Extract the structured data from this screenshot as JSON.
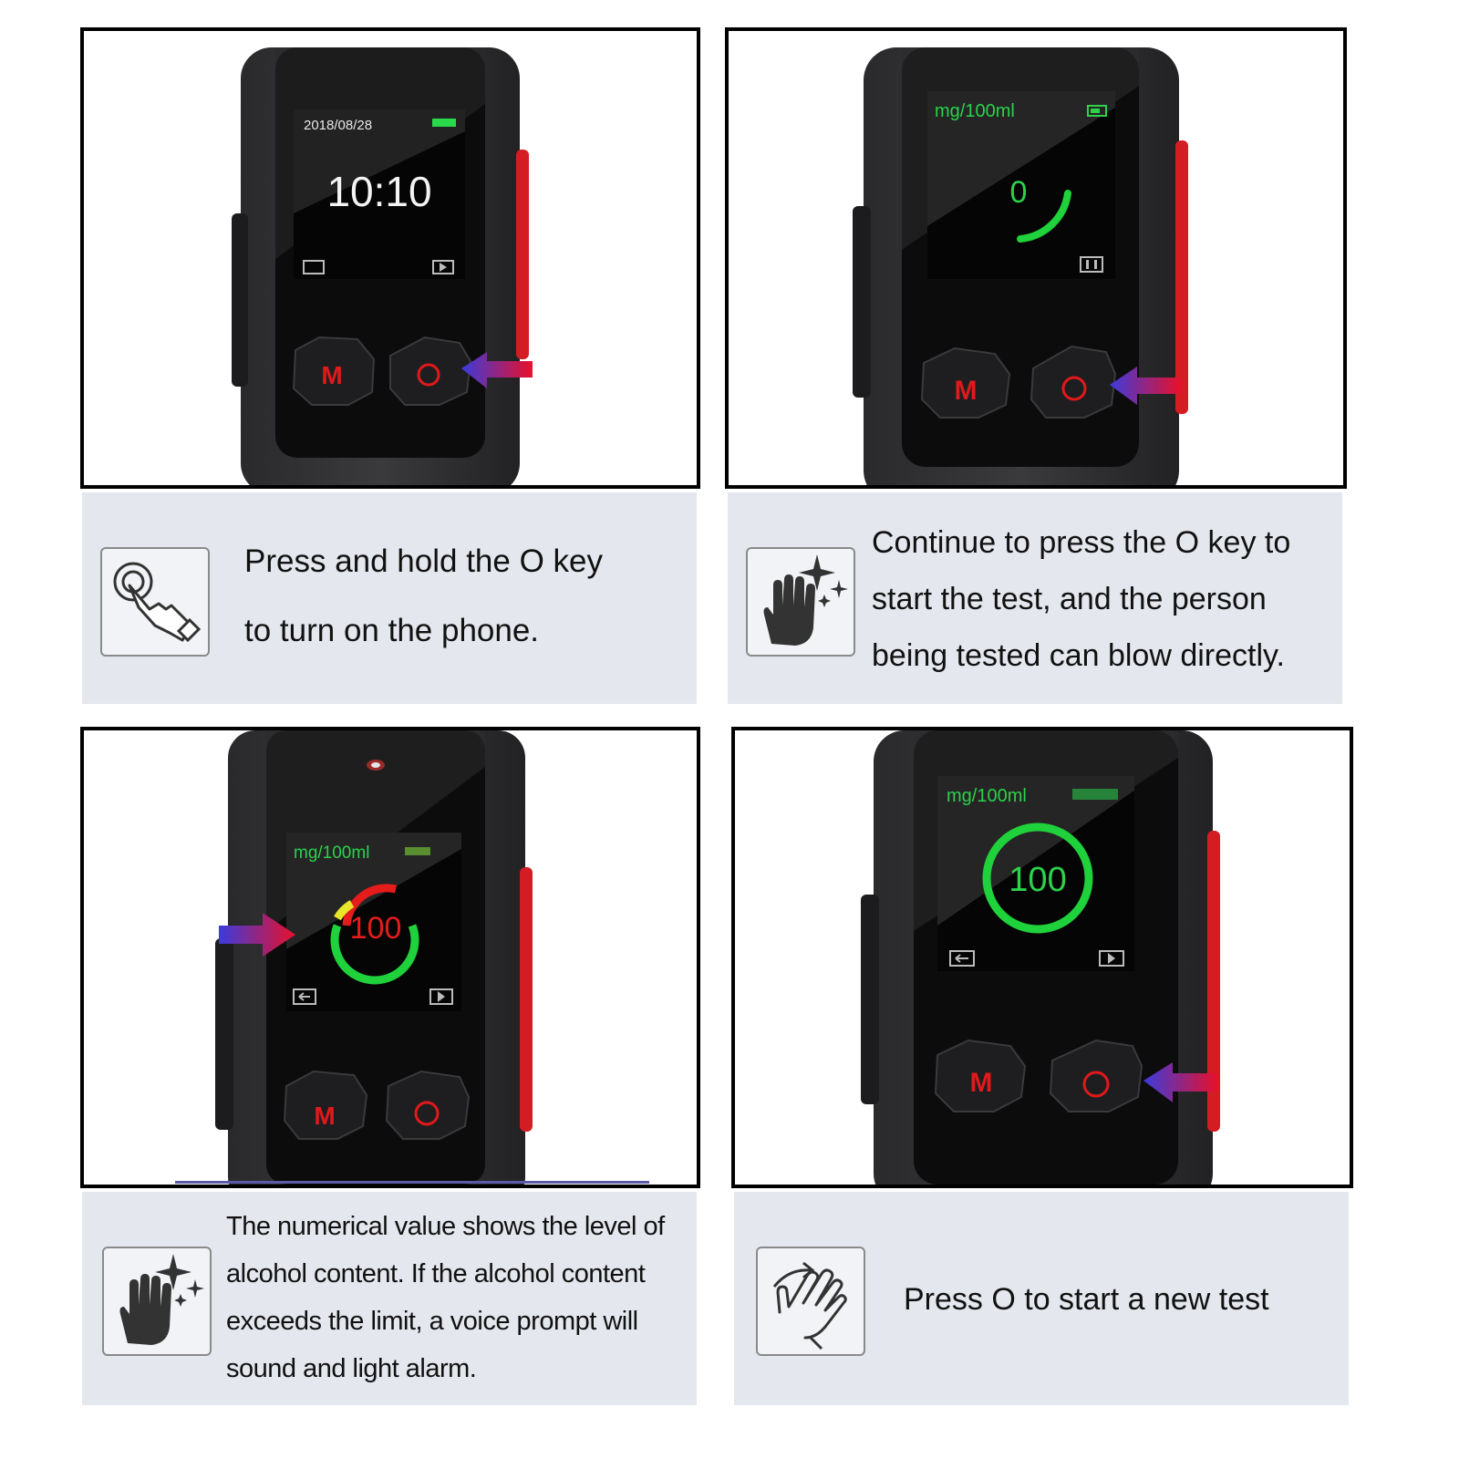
{
  "steps": [
    {
      "screen": {
        "date": "2018/08/28",
        "time": "10:10"
      },
      "keys": {
        "m": "M"
      },
      "icon": "tap-finger-icon",
      "lines": [
        "Press and hold the O key",
        "to turn on the phone."
      ]
    },
    {
      "screen": {
        "unit": "mg/100ml",
        "value": "0"
      },
      "keys": {
        "m": "M"
      },
      "icon": "hand-sparkle-icon",
      "lines": [
        "Continue to press the O key to",
        "start the test, and the person",
        "being tested can blow directly."
      ]
    },
    {
      "screen": {
        "unit": "mg/100ml",
        "value": "100"
      },
      "keys": {
        "m": "M"
      },
      "icon": "hand-sparkle-icon",
      "lines": [
        "The numerical value shows the level of",
        "alcohol content. If the alcohol content",
        "exceeds the limit, a voice prompt will",
        "sound and light alarm."
      ]
    },
    {
      "screen": {
        "unit": "mg/100ml",
        "value": "100"
      },
      "keys": {
        "m": "M"
      },
      "icon": "swipe-hand-icon",
      "lines": [
        "Press O to start a new test"
      ]
    }
  ],
  "colors": {
    "key_red": "#e0191b",
    "gauge_green": "#1fd13a",
    "caption_bg": "#e5e7ee",
    "arrow_red": "#e8102a",
    "arrow_blue": "#3b3bdc"
  }
}
